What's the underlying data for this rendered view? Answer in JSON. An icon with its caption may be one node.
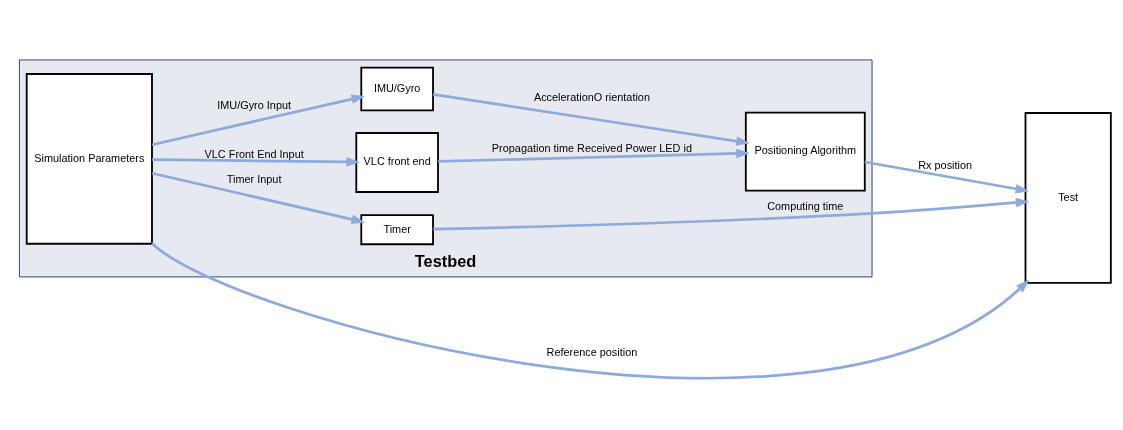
{
  "diagram": {
    "nodes": [
      {
        "text": [
          "Testbed"
        ]
      },
      {
        "text": [
          "Simulation Parameters"
        ],
        "in": 0
      },
      {
        "text": [
          "VLC front end"
        ],
        "in": 0
      },
      {
        "text": [
          "IMU/Gyro"
        ],
        "in": 0
      },
      {
        "text": [
          "Timer"
        ],
        "in": 0
      },
      {
        "text": [
          "Positioning Algorithm"
        ],
        "in": 0
      },
      {
        "text": [
          "Test"
        ]
      }
    ],
    "edges": [
      {
        "from": 1,
        "to": 2,
        "arrow": "to",
        "label": "VLC Front End Input"
      },
      {
        "from": 1,
        "to": 3,
        "arrow": "to",
        "label": "IMU/Gyro Input"
      },
      {
        "from": 1,
        "to": 4,
        "arrow": "to",
        "label": "Timer Input"
      },
      {
        "from": 1,
        "to": 6,
        "arrow": "to",
        "label": "Reference position"
      },
      {
        "from": 2,
        "to": 5,
        "arrow": "to",
        "label": "Propagation time Received Power LED id"
      },
      {
        "from": 3,
        "to": 5,
        "arrow": "to",
        "label": "AccelerationO rientation"
      },
      {
        "from": 4,
        "to": 6,
        "arrow": "to",
        "label": "Computing time"
      },
      {
        "from": 5,
        "to": 6,
        "arrow": "to",
        "label": "Rx position"
      }
    ]
  }
}
